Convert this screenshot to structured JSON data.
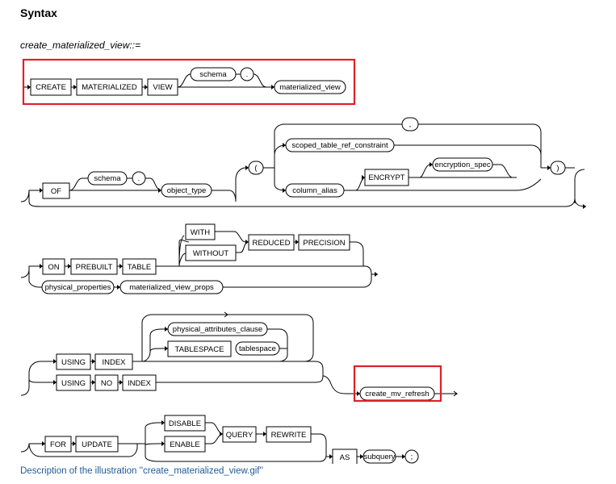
{
  "section": {
    "title": "Syntax"
  },
  "rule": {
    "name": "create_materialized_view::="
  },
  "colors": {
    "highlight": "#e0202a",
    "link": "#1f5a96",
    "line": "#000000"
  },
  "row1": {
    "create": "CREATE",
    "materialized": "MATERIALIZED",
    "view": "VIEW",
    "schema": "schema",
    "dot": ".",
    "materialized_view": "materialized_view"
  },
  "row2": {
    "of": "OF",
    "schema": "schema",
    "dot": ".",
    "object_type": "object_type",
    "lparen": "(",
    "comma": ",",
    "scoped": "scoped_table_ref_constraint",
    "column_alias": "column_alias",
    "encrypt": "ENCRYPT",
    "encryption_spec": "encryption_spec",
    "rparen": ")"
  },
  "row3": {
    "on": "ON",
    "prebuilt": "PREBUILT",
    "table": "TABLE",
    "with": "WITH",
    "without": "WITHOUT",
    "reduced": "REDUCED",
    "precision": "PRECISION",
    "physical_properties": "physical_properties",
    "materialized_view_props": "materialized_view_props"
  },
  "row4": {
    "using": "USING",
    "index": "INDEX",
    "physical_attributes_clause": "physical_attributes_clause",
    "tablespace": "TABLESPACE",
    "tablespace_nt": "tablespace",
    "using2": "USING",
    "no": "NO",
    "index2": "INDEX",
    "create_mv_refresh": "create_mv_refresh"
  },
  "row5": {
    "for": "FOR",
    "update": "UPDATE",
    "disable": "DISABLE",
    "enable": "ENABLE",
    "query": "QUERY",
    "rewrite": "REWRITE",
    "as": "AS",
    "subquery": "subquery",
    "semicolon": ";"
  },
  "footer": {
    "link_text": "Description of the illustration ''create_materialized_view.gif''"
  }
}
